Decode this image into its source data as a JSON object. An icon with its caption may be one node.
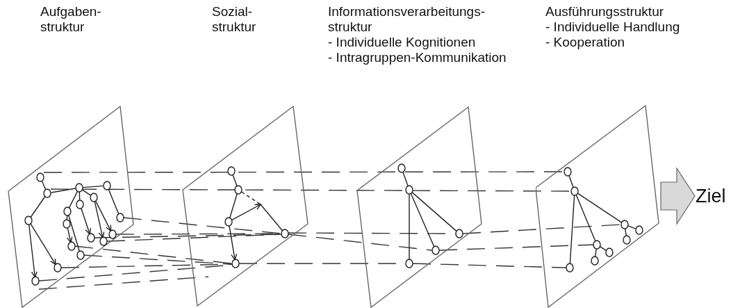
{
  "diagram": {
    "nodes": [
      {
        "text": [],
        "shape": "plane"
      },
      {
        "text": [],
        "shape": "plane"
      },
      {
        "text": [],
        "shape": "plane",
        "beside": [
          "Informationsverarbeitungs- struktur",
          "- Individuelle Kognitionen",
          "- Intragruppen-Kommunikation"
        ]
      },
      {
        "text": [],
        "shape": "plane",
        "beside": [
          "Ausführungsstruktur",
          "- Individuelle Handlung",
          "- Kooperation"
        ]
      },
      {
        "text": [
          "Ziel"
        ]
      }
    ],
    "labels": [
      "Aufgaben- struktur",
      "Sozial- struktur"
    ],
    "edges": [
      {
        "from": 3,
        "to": 4,
        "arrow": "to",
        "style": "thick"
      }
    ]
  }
}
